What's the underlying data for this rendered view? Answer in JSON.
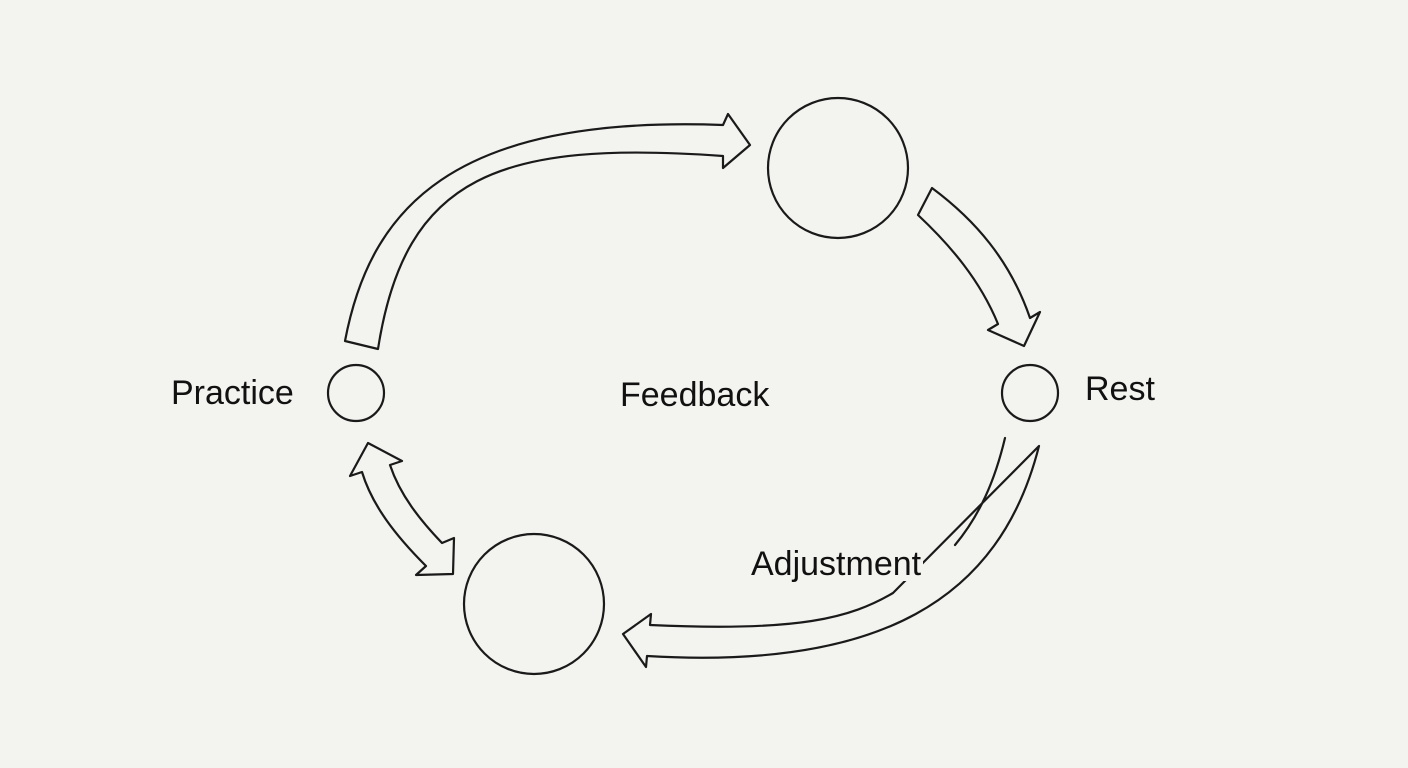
{
  "labels": {
    "practice": "Practice",
    "feedback": "Feedback",
    "rest": "Rest",
    "adjustment": "Adjustment"
  },
  "colors": {
    "background": "#f3f3ef",
    "stroke": "#1a1a1a",
    "text": "#111111"
  }
}
